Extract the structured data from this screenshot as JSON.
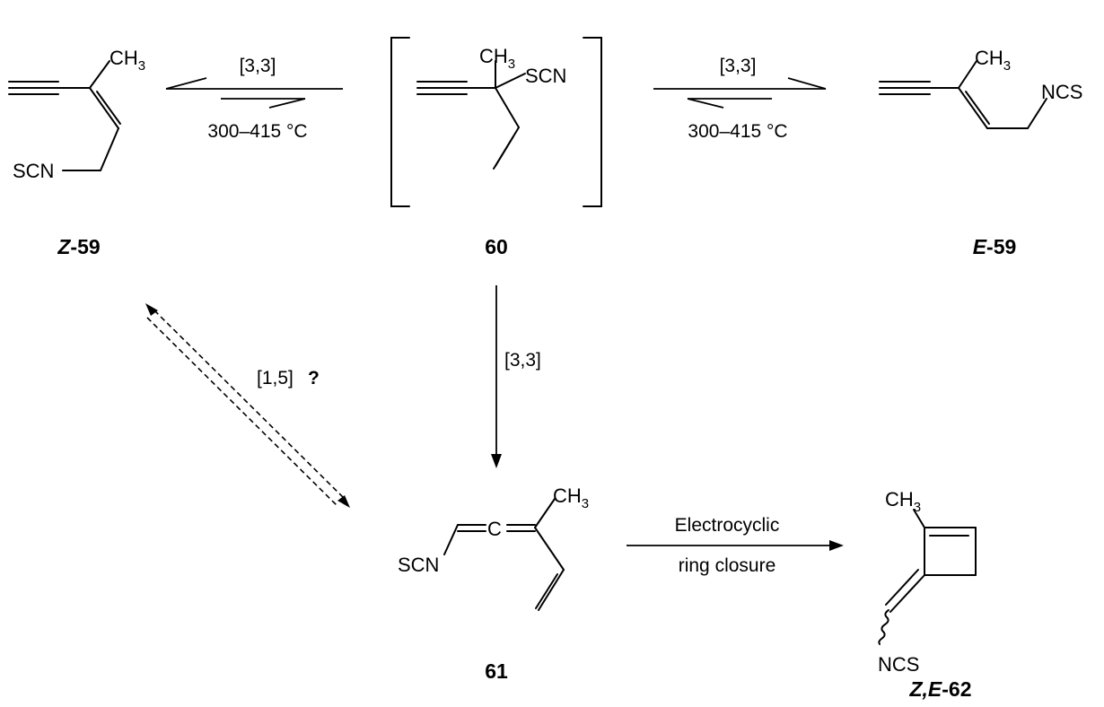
{
  "compounds": {
    "z59": {
      "stereo": "Z",
      "number": "-59",
      "methyl": "CH",
      "methyl_sub": "3",
      "group": "SCN"
    },
    "c60": {
      "number": "60",
      "methyl": "CH",
      "methyl_sub": "3",
      "group": "SCN"
    },
    "e59": {
      "stereo": "E",
      "number": "-59",
      "methyl": "CH",
      "methyl_sub": "3",
      "group": "NCS"
    },
    "c61": {
      "number": "61",
      "methyl": "CH",
      "methyl_sub": "3",
      "group": "SCN"
    },
    "c62": {
      "stereo": "Z,E",
      "number": "-62",
      "methyl": "CH",
      "methyl_sub": "3",
      "group": "NCS"
    }
  },
  "arrows": {
    "left_top": "[3,3]",
    "left_bottom": "300–415 °C",
    "right_top": "[3,3]",
    "right_bottom": "300–415 °C",
    "down": "[3,3]",
    "diagonal": "[1,5]",
    "diagonal_mark": "?",
    "electro_top": "Electrocyclic",
    "electro_bottom": "ring closure"
  }
}
